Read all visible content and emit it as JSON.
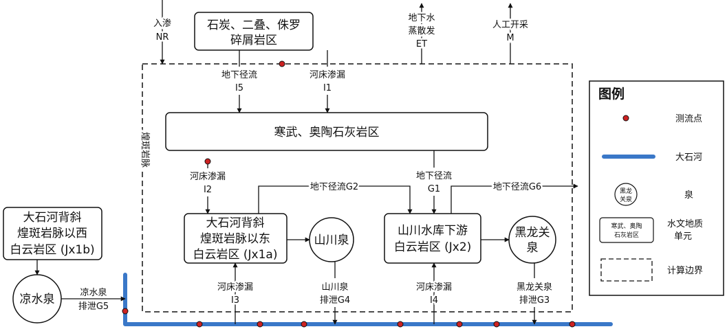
{
  "colors": {
    "river": "#3a78c8",
    "point_fill": "#cc2222",
    "line": "#111111"
  },
  "boxes": {
    "carboniferous": [
      "石炭、二叠、侏罗",
      "碎屑岩区"
    ],
    "cambrian": "寒武、奥陶石灰岩区",
    "west": [
      "大石河背斜",
      "煌斑岩脉以西",
      "白云岩区 (Jx1b)"
    ],
    "east": [
      "大石河背斜",
      "煌斑岩脉以东",
      "白云岩区 (Jx1a)"
    ],
    "downstream": [
      "山川水库下游",
      "白云岩区 (Jx2)"
    ]
  },
  "springs": {
    "liangshui": "凉水泉",
    "shanchuan": "山川泉",
    "heilong": [
      "黑龙关",
      "泉"
    ]
  },
  "labels": {
    "infiltration": [
      "入渗",
      "NR"
    ],
    "et": [
      "地下水",
      "蒸散发",
      "ET"
    ],
    "mining": [
      "人工开采",
      "M"
    ],
    "i5": [
      "地下径流",
      "I5"
    ],
    "i1": [
      "河床渗漏",
      "I1"
    ],
    "dike": "煌斑岩脉",
    "i2": [
      "河床渗漏",
      "I2"
    ],
    "g1": [
      "地下径流",
      "G1"
    ],
    "g2": "地下径流G2",
    "g6": "地下径流G6",
    "i3": [
      "河床渗漏",
      "I3"
    ],
    "g4": [
      "山川泉",
      "排泄G4"
    ],
    "i4": [
      "河床渗漏",
      "I4"
    ],
    "g3": [
      "黑龙关泉",
      "排泄G3"
    ],
    "g5": [
      "凉水泉",
      "排泄G5"
    ]
  },
  "legend": {
    "title": "图例",
    "point": "测流点",
    "river": "大石河",
    "spring_icon": [
      "黑龙",
      "关泉"
    ],
    "spring": "泉",
    "unit_icon": [
      "寒武、奥陶",
      "石灰岩区"
    ],
    "unit": [
      "水文地质",
      "单元"
    ],
    "boundary": "计算边界"
  }
}
